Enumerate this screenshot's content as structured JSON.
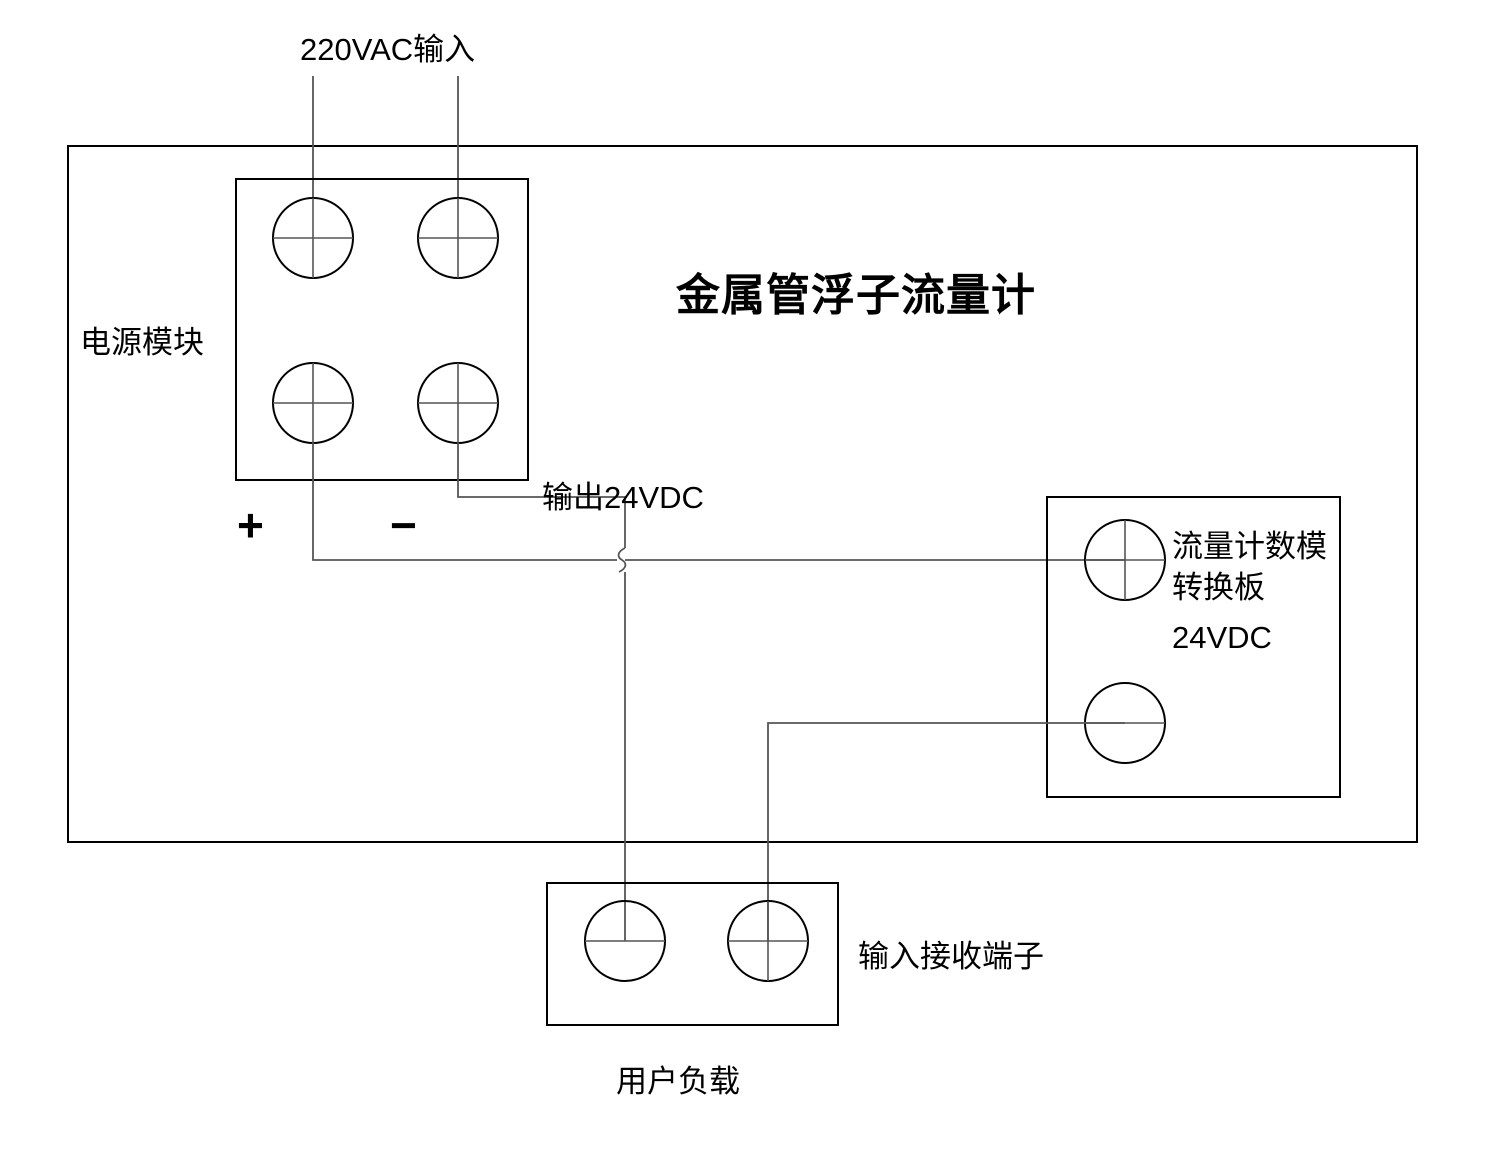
{
  "diagram": {
    "title": "金属管浮子流量计",
    "labels": {
      "ac_input": "220VAC输入",
      "power_module": "电源模块",
      "dc_output": "输出24VDC",
      "plus_sign": "+",
      "minus_sign": "−",
      "converter_line1": "流量计数模",
      "converter_line2": "转换板",
      "converter_voltage": "24VDC",
      "input_terminal": "输入接收端子",
      "user_load": "用户负载"
    },
    "colors": {
      "outline": "#000000",
      "wire": "#555555",
      "background": "#ffffff",
      "text": "#000000"
    },
    "blocks": [
      {
        "name": "power-module",
        "label": "电源模块",
        "terminals": 4,
        "terminal_labels": [
          "",
          "",
          "+",
          "−"
        ]
      },
      {
        "name": "flowmeter-converter-board",
        "label": "流量计数模转换板",
        "voltage": "24VDC",
        "terminals": 2
      },
      {
        "name": "input-receiving-terminal",
        "label": "输入接收端子",
        "sub_label": "用户负载",
        "terminals": 2
      }
    ]
  }
}
